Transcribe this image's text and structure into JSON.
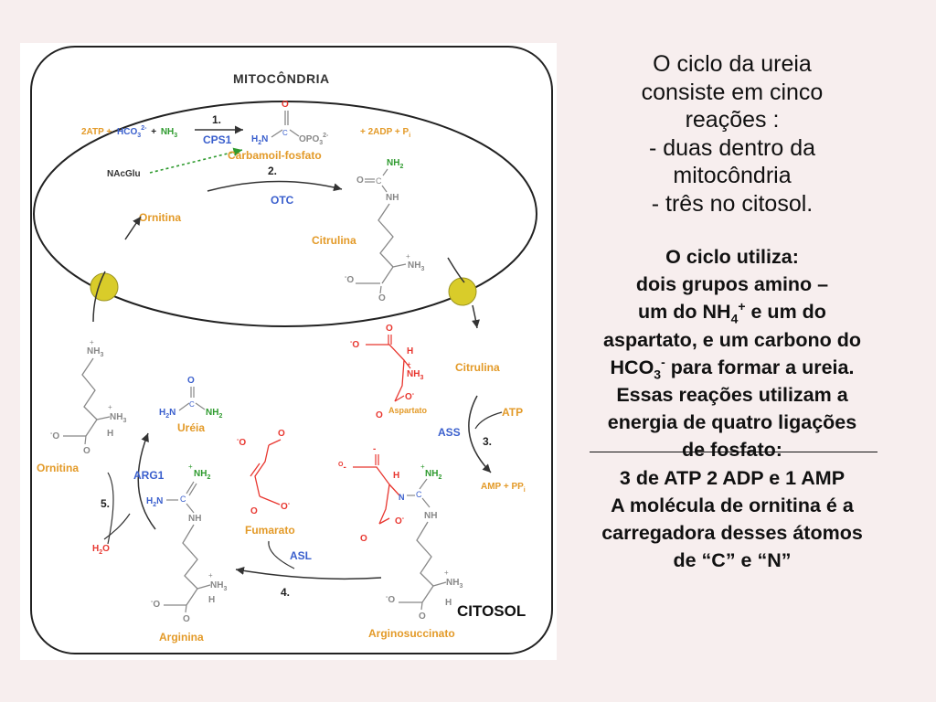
{
  "diagram": {
    "mitochondria_label": "MITOCÔNDRIA",
    "cytosol_label": "CITOSOL",
    "reaction1": {
      "number": "1.",
      "enzyme": "CPS1",
      "substrates": [
        "2ATP +",
        "HCO",
        "3",
        "2-",
        "+",
        "NH",
        "3"
      ],
      "products": [
        "+ 2ADP +",
        "P",
        "i"
      ],
      "activator": "NAcGlu",
      "product_label": "Carbamoil-fosfato",
      "product_atoms": [
        "O",
        "H",
        "2",
        "N",
        "C",
        "OPO",
        "3",
        "2-"
      ]
    },
    "reaction2": {
      "number": "2.",
      "enzyme": "OTC",
      "substrate": "Ornitina",
      "product": "Citrulina",
      "product_atoms": [
        "NH",
        "2",
        "O",
        "C",
        "NH",
        "NH",
        "3",
        "+",
        "O",
        "-"
      ]
    },
    "reaction3": {
      "number": "3.",
      "enzyme": "ASS",
      "input": "Citrulina",
      "cosubstrate": "Aspartato",
      "energy_in": "ATP",
      "energy_out": [
        "AMP + PP",
        "i"
      ],
      "aspartate_atoms": [
        "O",
        "-",
        "O",
        "H",
        "NH",
        "3",
        "+",
        "O",
        "O",
        "-"
      ]
    },
    "reaction4": {
      "number": "4.",
      "enzyme": "ASL",
      "substrate": "Arginosuccinato",
      "product": "Arginina",
      "side_product": "Fumarato",
      "fumarate_atoms": [
        "O",
        "O",
        "-",
        "O",
        "O",
        "-"
      ],
      "argsuc_atoms": [
        "O",
        "-",
        "O",
        "H",
        "NH",
        "2",
        "+",
        "N",
        "C",
        "NH",
        "O",
        "O",
        "-",
        "NH",
        "3",
        "+",
        "O",
        "-",
        "O",
        "H"
      ]
    },
    "reaction5": {
      "number": "5.",
      "enzyme": "ARG1",
      "cosubstrate": [
        "H",
        "2",
        "O"
      ],
      "product": "Uréia",
      "product2": "Ornitina",
      "urea_atoms": [
        "O",
        "H",
        "2",
        "N",
        "C",
        "NH",
        "2"
      ],
      "arginine_atoms": [
        "NH",
        "2",
        "+",
        "H",
        "2",
        "N",
        "C",
        "NH",
        "NH",
        "3",
        "+",
        "O",
        "-",
        "O",
        "H"
      ],
      "ornithine_atoms": [
        "NH",
        "3",
        "+",
        "NH",
        "3",
        "+",
        "O",
        "-",
        "O",
        "H"
      ]
    },
    "colors": {
      "enzyme": "#3a5fcd",
      "ammonia": "#2e9a2e",
      "aspartate": "#e8362f",
      "metabolite": "#e39a28",
      "structure": "#888888",
      "transporter": "#d9cc2a"
    }
  },
  "text": {
    "intro": [
      "O ciclo da ureia",
      "consiste em cinco",
      "reações :",
      "- duas dentro da",
      "mitocôndria",
      "- três no citosol."
    ],
    "uses_title": "O ciclo utiliza:",
    "uses_l2": "dois grupos amino –",
    "uses_l3a": "um do NH",
    "uses_l3sub": "4",
    "uses_l3sup": "+",
    "uses_l3b": " e um do",
    "uses_l4": "aspartato, e um carbono do",
    "uses_l5a": "HCO",
    "uses_l5sub": "3",
    "uses_l5sup": "-",
    "uses_l5b": " para formar a ureia.",
    "uses_l6": "Essas reações utilizam a",
    "uses_l7": "energia de quatro ligações",
    "uses_l8": "de fosfato:",
    "uses_l9": "3 de ATP  2 ADP e 1 AMP",
    "uses_l10": "A molécula de ornitina é a",
    "uses_l11": "carregadora desses átomos",
    "uses_l12": "de “C” e “N”"
  }
}
